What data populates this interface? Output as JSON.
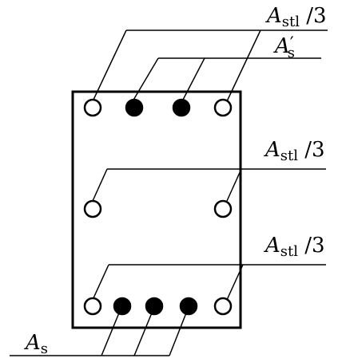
{
  "labels": {
    "top": {
      "main": "A",
      "sub": "stl",
      "suffix": " /3"
    },
    "top2": {
      "main": "A",
      "prime": "′",
      "sub": "s"
    },
    "middle": {
      "main": "A",
      "sub": "stl",
      "suffix": " /3"
    },
    "bottom": {
      "main": "A",
      "sub": "stl",
      "suffix": " /3"
    },
    "base": {
      "main": "A",
      "sub": "s"
    }
  },
  "colors": {
    "ink": "#000000",
    "hollow": "#ffffff"
  }
}
